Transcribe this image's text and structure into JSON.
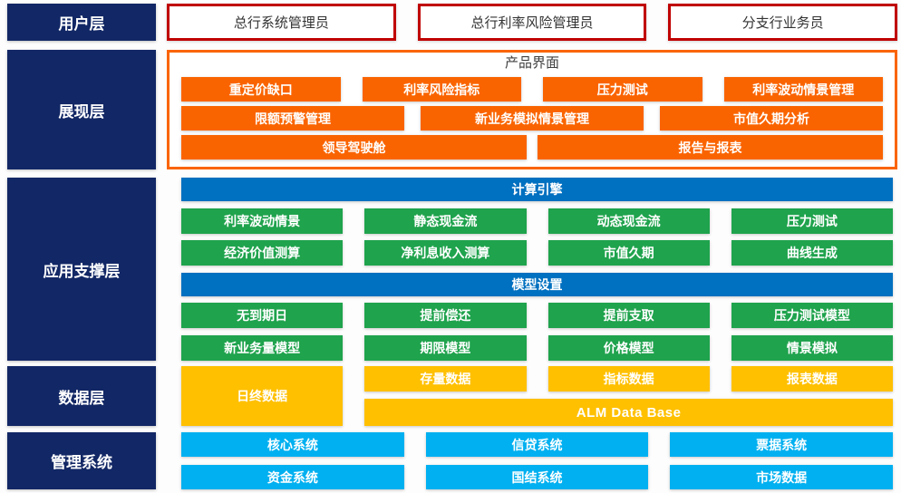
{
  "colors": {
    "navy": "#122765",
    "red_border": "#c00000",
    "orange": "#fa6400",
    "blue": "#0070c0",
    "green": "#1fa34d",
    "yellow": "#ffc000",
    "cyan": "#00b0f0",
    "frame_title_text": "#404040"
  },
  "layers": {
    "user": {
      "label": "用户层",
      "roles": [
        "总行系统管理员",
        "总行利率风险管理员",
        "分支行业务员"
      ]
    },
    "presentation": {
      "label": "展现层",
      "frame_title": "产品界面",
      "row1": [
        "重定价缺口",
        "利率风险指标",
        "压力测试",
        "利率波动情景管理"
      ],
      "row2": [
        "限额预警管理",
        "新业务模拟情景管理",
        "市值久期分析"
      ],
      "row3": [
        "领导驾驶舱",
        "报告与报表"
      ]
    },
    "application": {
      "label": "应用支撑层",
      "engine_bar": "计算引擎",
      "engine_row1": [
        "利率波动情景",
        "静态现金流",
        "动态现金流",
        "压力测试"
      ],
      "engine_row2": [
        "经济价值测算",
        "净利息收入测算",
        "市值久期",
        "曲线生成"
      ],
      "model_bar": "模型设置",
      "model_row1": [
        "无到期日",
        "提前偿还",
        "提前支取",
        "压力测试模型"
      ],
      "model_row2": [
        "新业务量模型",
        "期限模型",
        "价格模型",
        "情景模拟"
      ]
    },
    "data": {
      "label": "数据层",
      "tall_box": "日终数据",
      "row": [
        "存量数据",
        "指标数据",
        "报表数据"
      ],
      "base_bar": "ALM Data Base"
    },
    "management": {
      "label": "管理系统",
      "row1": [
        "核心系统",
        "信贷系统",
        "票据系统"
      ],
      "row2": [
        "资金系统",
        "国结系统",
        "市场数据"
      ]
    }
  }
}
